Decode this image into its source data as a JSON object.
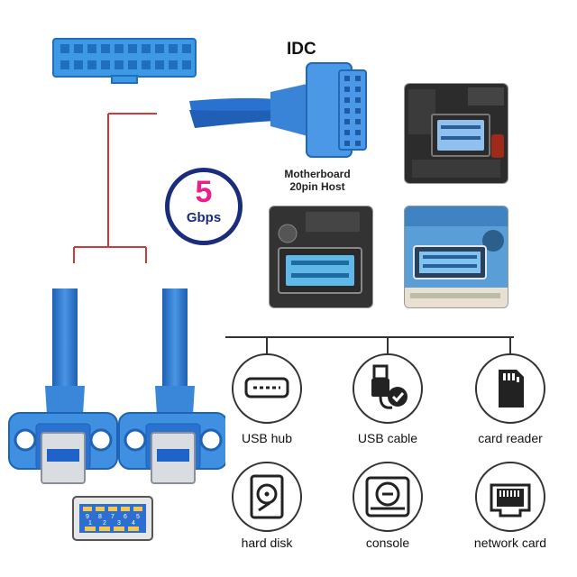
{
  "connector": {
    "idc_label": "IDC",
    "host_label_line1": "Motherboard",
    "host_label_line2": "20pin Host"
  },
  "speed_badge": {
    "value": "5",
    "unit": "Gbps",
    "colors": {
      "ring": "#1a2d7c",
      "value": "#e8208c"
    }
  },
  "usb_port_pins": {
    "top_row": [
      "9",
      "8",
      "7",
      "6",
      "5"
    ],
    "bottom_row": [
      "1",
      "2",
      "3",
      "4"
    ]
  },
  "applications": [
    {
      "label": "USB hub",
      "icon": "usb-hub-icon"
    },
    {
      "label": "USB cable",
      "icon": "usb-cable-icon"
    },
    {
      "label": "card reader",
      "icon": "sd-card-icon"
    },
    {
      "label": "hard disk",
      "icon": "hard-disk-icon"
    },
    {
      "label": "console",
      "icon": "game-console-icon"
    },
    {
      "label": "network card",
      "icon": "ethernet-port-icon"
    }
  ],
  "colors": {
    "cable_blue": "#2a72d0",
    "connector_blue": "#3f90e0",
    "divider_red": "#d23a3a"
  }
}
